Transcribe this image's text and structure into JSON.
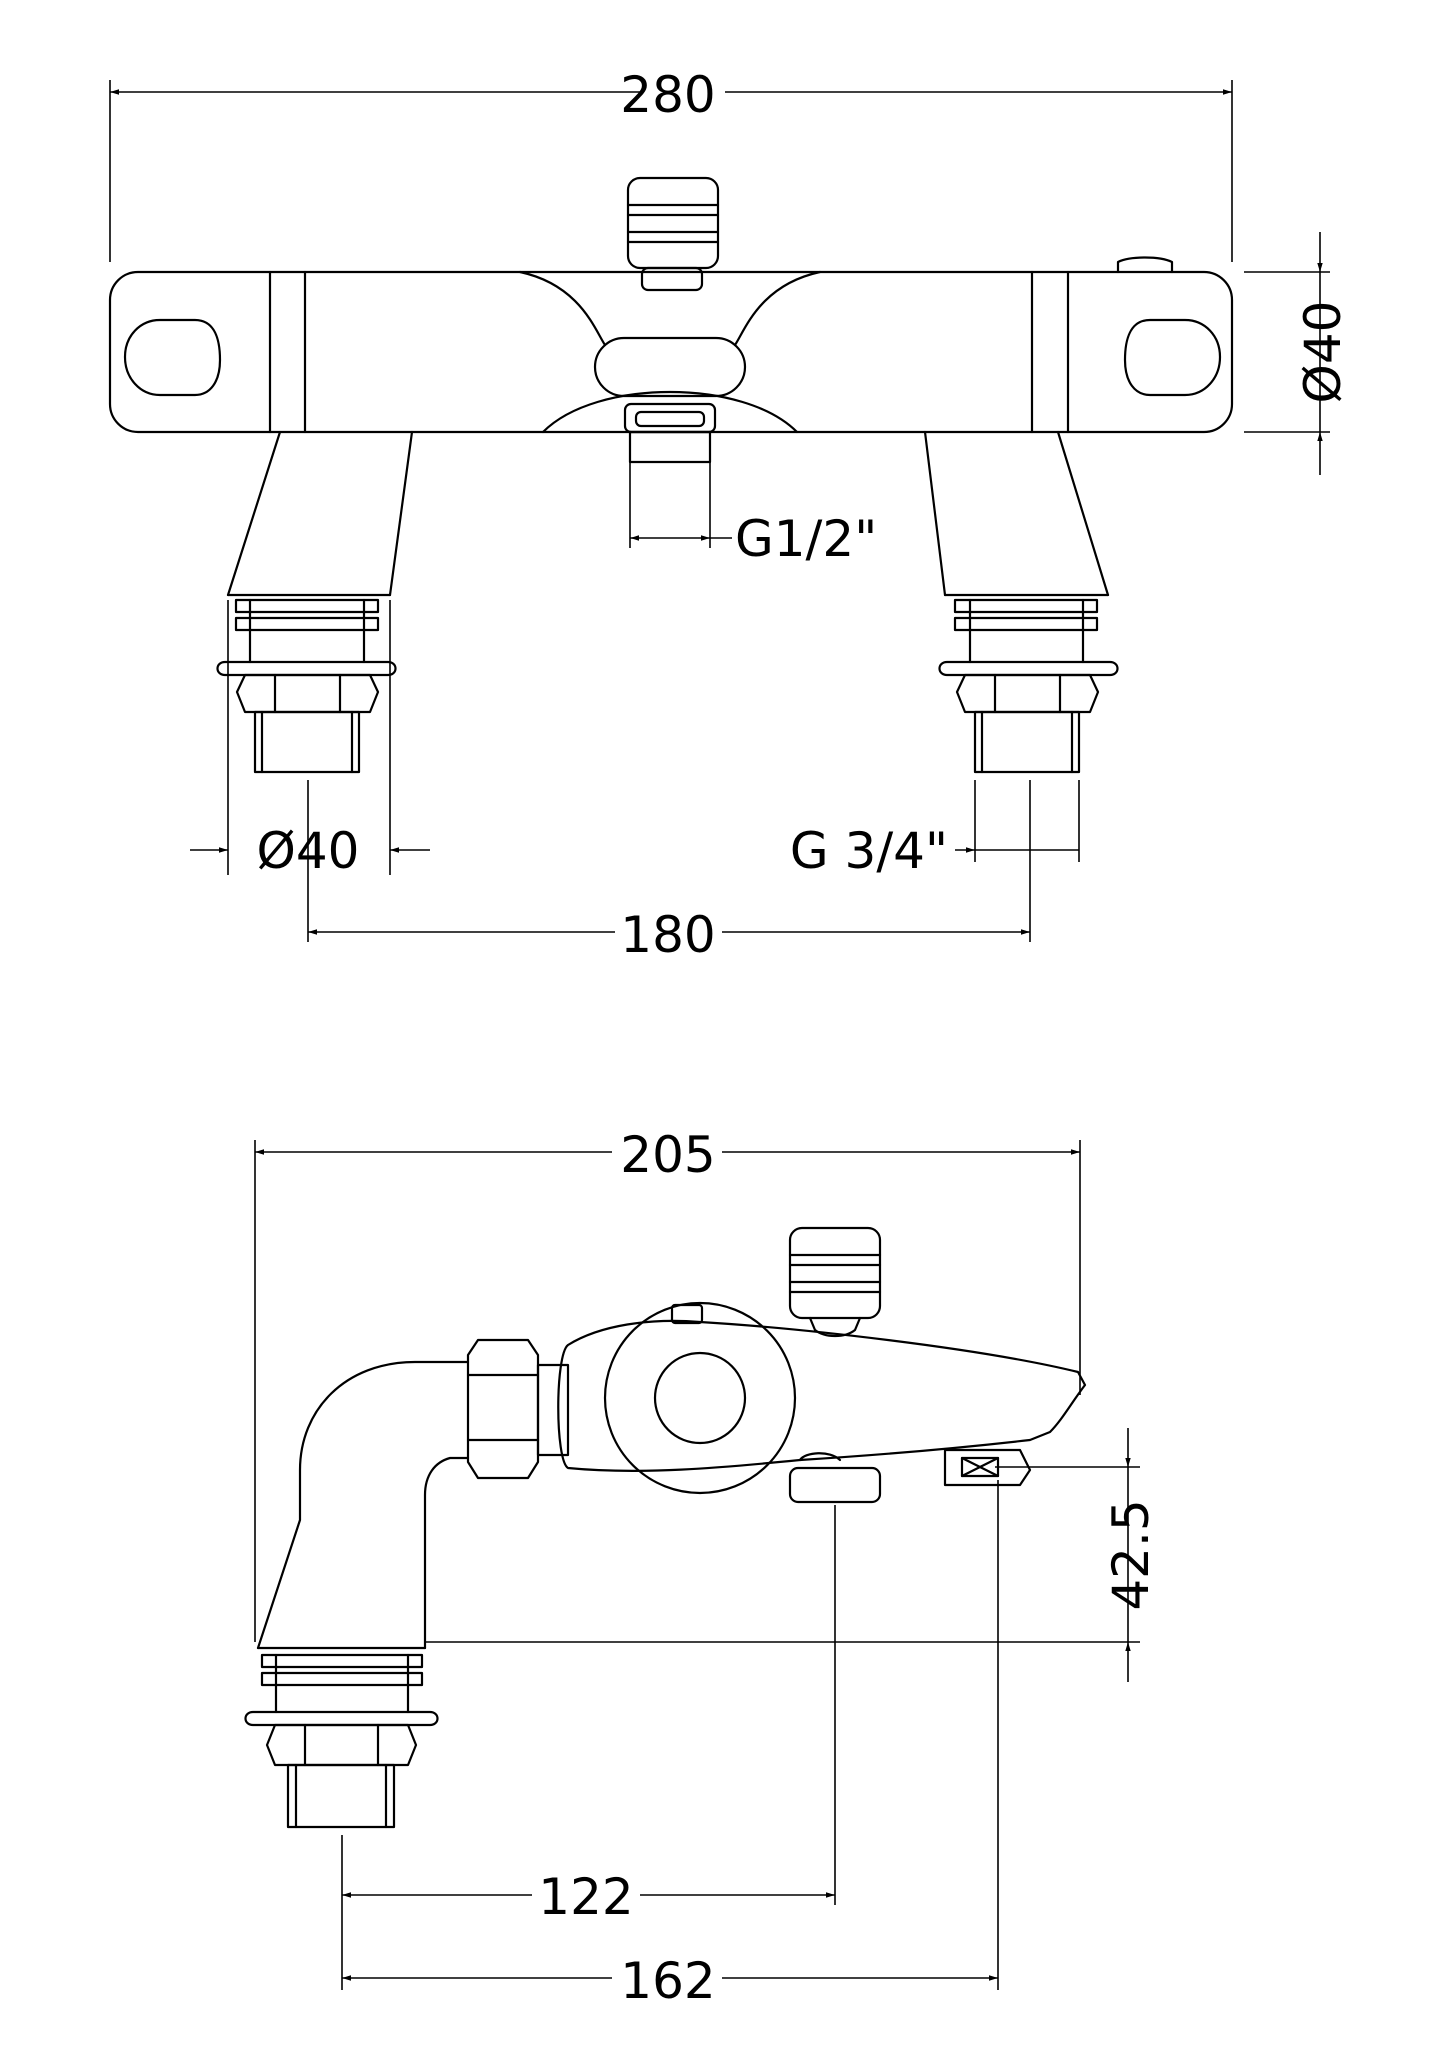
{
  "front_view": {
    "overall_width": "280",
    "body_diameter": "Ø40",
    "outlet_thread": "G1/2\"",
    "leg_diameter": "Ø40",
    "inlet_thread": "G 3/4\"",
    "centres": "180"
  },
  "side_view": {
    "overall_depth": "205",
    "spout_height": "42.5",
    "outlet_offset": "122",
    "spout_offset": "162"
  }
}
